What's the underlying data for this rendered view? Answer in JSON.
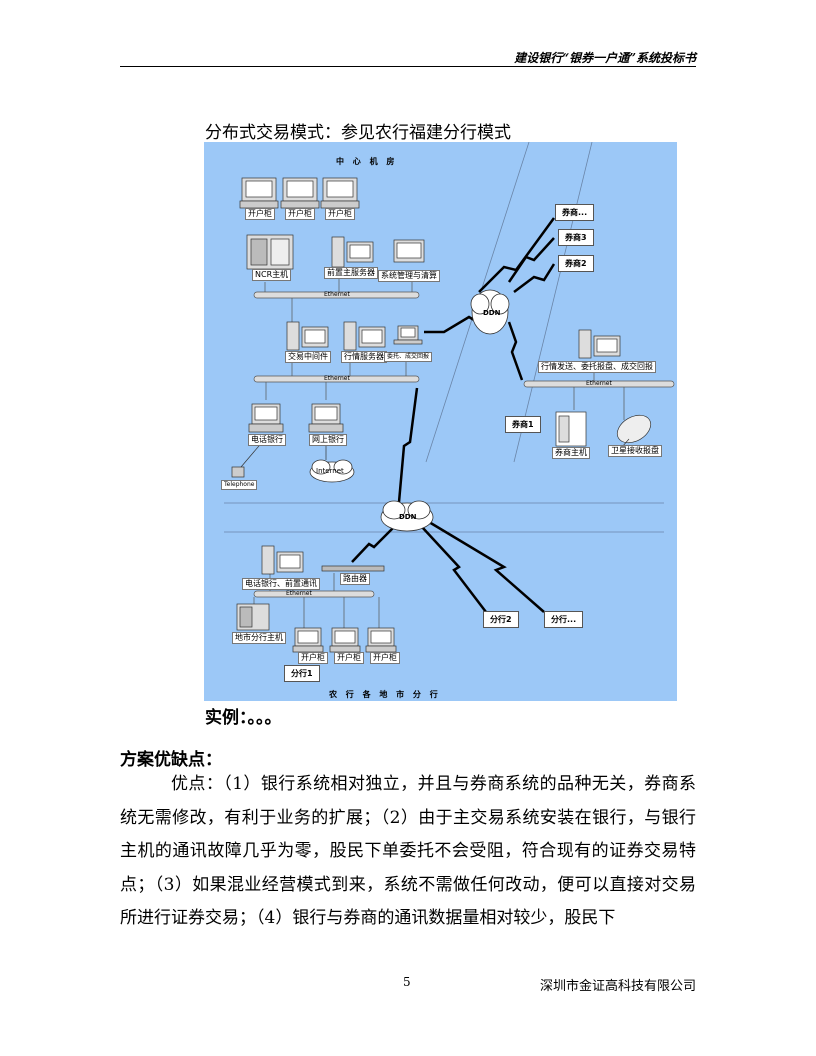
{
  "header": {
    "title": "建设银行“银券一户通”系统投标书"
  },
  "caption": "分布式交易模式：参见农行福建分行模式",
  "diagram": {
    "center_room": "中 心 机 房",
    "counter": "开户柜",
    "ncr_host": "NCR主机",
    "front_server": "前置主服务器",
    "sys_mgmt": "系统管理与清算",
    "ethernet": "Ethernet",
    "trade_middleware": "交易中间件",
    "quote_server": "行情服务器",
    "order_report": "委托、成交回报",
    "phone_bank": "电话银行",
    "online_bank": "网上银行",
    "telephone": "Telephone",
    "internet": "Internet",
    "ddn": "DDN",
    "broker_etc": "券商...",
    "broker3": "券商3",
    "broker2": "券商2",
    "broker_quote": "行情发送、委托报盘、成交回报",
    "broker1": "券商1",
    "broker_host": "券商主机",
    "satellite": "卫星接收报盘",
    "phone_front": "电话银行、前置通讯",
    "router": "路由器",
    "city_branch_host": "地市分行主机",
    "branch1": "分行1",
    "branch2": "分行2",
    "branch_etc": "分行...",
    "bottom_title": "农 行 各 地 市 分 行"
  },
  "example": "实例：。。。",
  "section_title": "方案优缺点：",
  "body": "优点：（1）银行系统相对独立，并且与券商系统的品种无关，券商系统无需修改，有利于业务的扩展；（2）由于主交易系统安装在银行，与银行主机的通讯故障几乎为零，股民下单委托不会受阻，符合现有的证券交易特点；（3）如果混业经营模式到来，系统不需做任何改动，便可以直接对交易所进行证券交易；（4）银行与券商的通讯数据量相对较少，股民下",
  "footer": {
    "page": "5",
    "company": "深圳市金证高科技有限公司"
  }
}
